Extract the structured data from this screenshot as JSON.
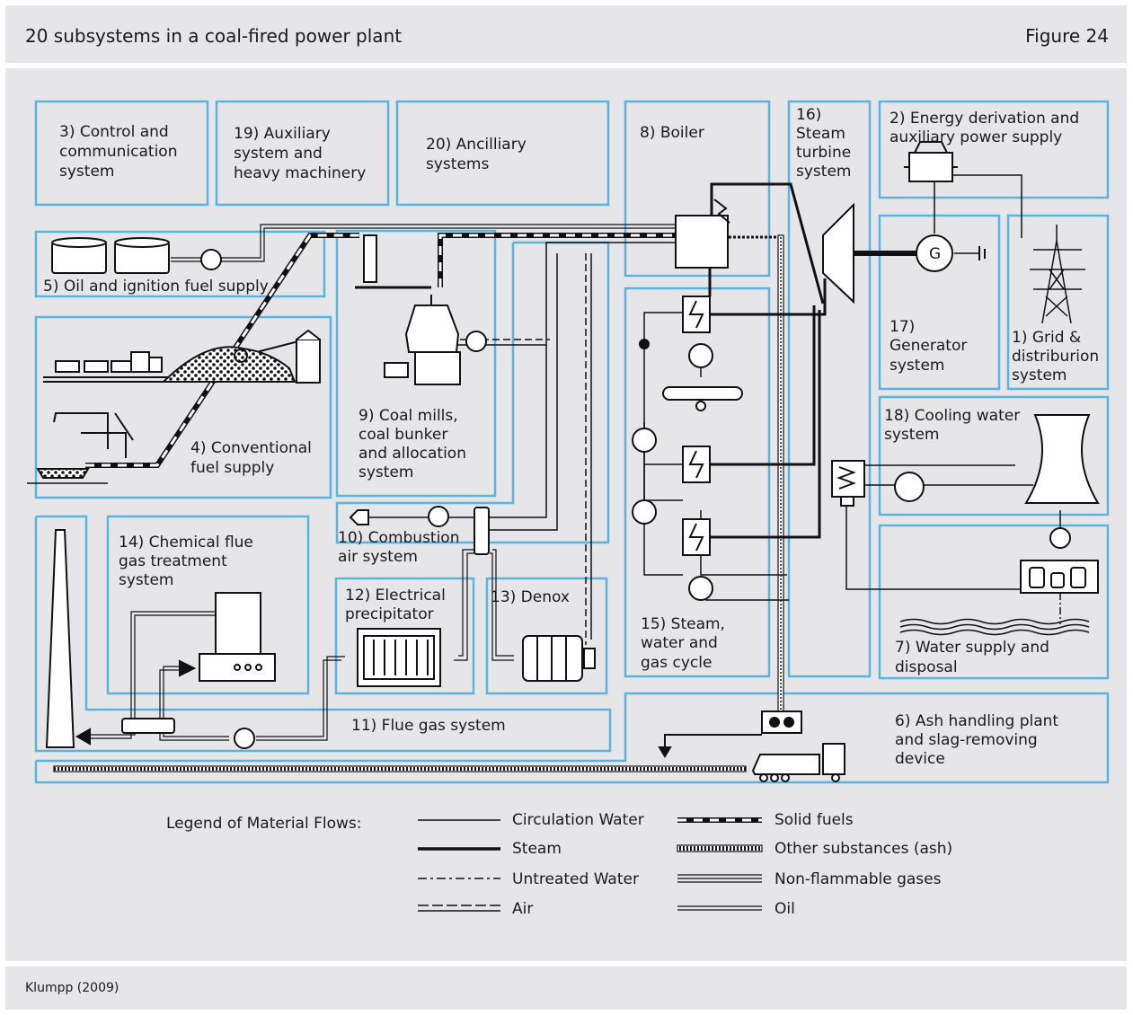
{
  "header": {
    "title": "20 subsystems in a coal-fired power plant",
    "figure": "Figure 24"
  },
  "footer": {
    "source": "Klumpp (2009)"
  },
  "subsystems": {
    "control": [
      "3) Control and",
      "communication",
      "system"
    ],
    "auxiliary": [
      "19) Auxiliary",
      "system and",
      "heavy machinery"
    ],
    "ancillary": [
      "20) Ancilliary",
      "systems"
    ],
    "boiler": [
      "8) Boiler"
    ],
    "turbine": [
      "16)",
      "Steam",
      "turbine",
      "system"
    ],
    "energy": [
      "2) Energy derivation and",
      "auxiliary power supply"
    ],
    "oil": [
      "5) Oil and ignition fuel supply"
    ],
    "conventional": [
      "4) Conventional",
      "fuel supply"
    ],
    "coal_mills": [
      "9) Coal mills,",
      "coal bunker",
      "and allocation",
      "system"
    ],
    "combustion_air": [
      "10) Combustion",
      "air system"
    ],
    "generator": [
      "17)",
      "Generator",
      "system"
    ],
    "grid": [
      "1) Grid &",
      "distriburion",
      "system"
    ],
    "cooling": [
      "18) Cooling water",
      "system"
    ],
    "chemical": [
      "14) Chemical flue",
      "gas treatment",
      "system"
    ],
    "precipitator": [
      "12) Electrical",
      "precipitator"
    ],
    "denox": [
      "13) Denox"
    ],
    "steam_cycle": [
      "15) Steam,",
      "water and",
      "gas cycle"
    ],
    "water_supply": [
      "7) Water supply and",
      "disposal"
    ],
    "flue_gas": [
      "11) Flue gas system"
    ],
    "ash": [
      "6) Ash handling plant",
      "and slag-removing",
      "device"
    ]
  },
  "generator_symbol": "G",
  "legend": {
    "title": "Legend of Material Flows:",
    "items": [
      "Circulation Water",
      "Steam",
      "Untreated Water",
      "Air",
      "Solid fuels",
      "Other substances (ash)",
      "Non-flammable gases",
      "Oil"
    ]
  },
  "colors": {
    "background": "#e6e6e8",
    "box_border": "#5ab4e0",
    "line": "#111111"
  }
}
